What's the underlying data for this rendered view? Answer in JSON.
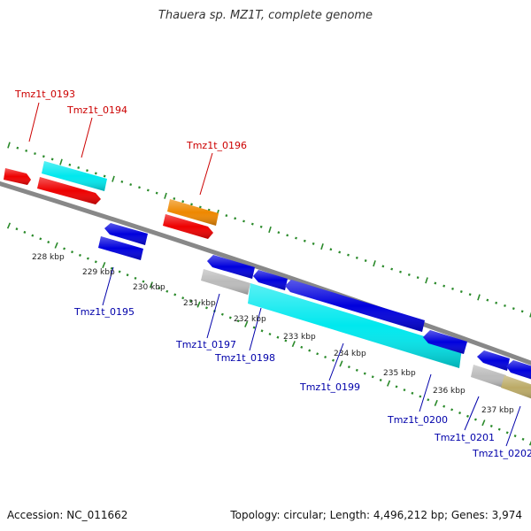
{
  "title": "Thauera sp. MZ1T, complete genome",
  "footer": {
    "accession": "Accession: NC_011662",
    "summary": "Topology: circular; Length: 4,496,212 bp; Genes: 3,974"
  },
  "colors": {
    "backbone": "#777777",
    "tick": "#2a8a2a",
    "label_forward": "#cc0000",
    "label_reverse": "#0000aa",
    "kbp_label": "#222222"
  },
  "kbp_labels": [
    "228 kbp",
    "229 kbp",
    "230 kbp",
    "231 kbp",
    "232 kbp",
    "233 kbp",
    "234 kbp",
    "235 kbp",
    "236 kbp",
    "237 kbp"
  ],
  "gene_labels": {
    "forward": [
      "Tmz1t_0193",
      "Tmz1t_0194",
      "Tmz1t_0196"
    ],
    "reverse": [
      "Tmz1t_0195",
      "Tmz1t_0197",
      "Tmz1t_0198",
      "Tmz1t_0199",
      "Tmz1t_0200",
      "Tmz1t_0201",
      "Tmz1t_0202"
    ]
  },
  "feature_colors": {
    "red": "#ee0000",
    "cyan": "#00e8ee",
    "orange": "#ee8800",
    "blue": "#0000dd",
    "grey": "#bbbbbb",
    "olive": "#bbaa66"
  }
}
